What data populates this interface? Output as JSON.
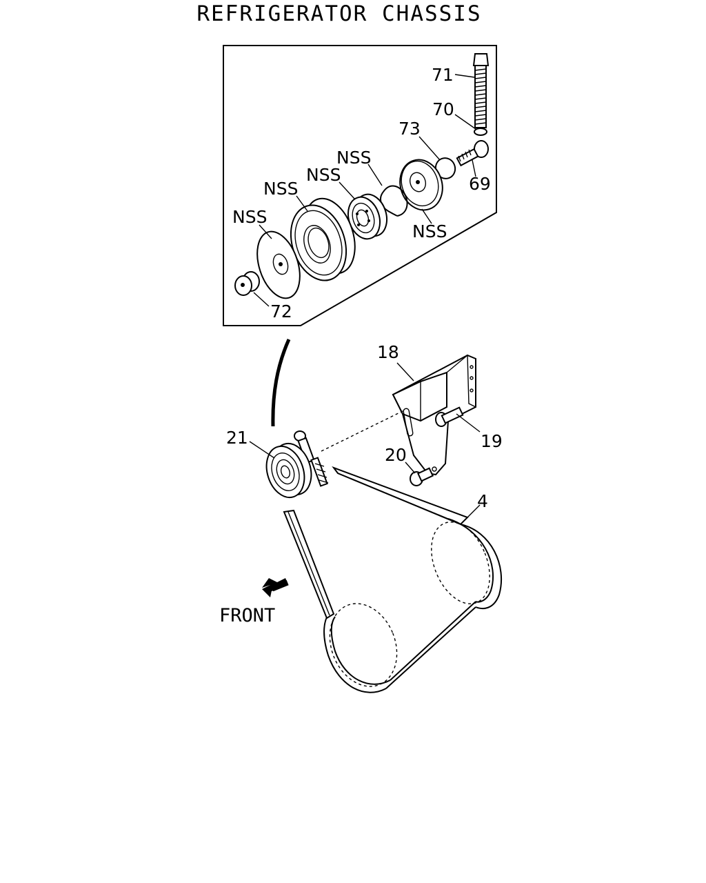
{
  "title": "REFRIGERATOR CHASSIS",
  "labels": {
    "p71": "71",
    "p70": "70",
    "p73": "73",
    "p69": "69",
    "nss_ring": "NSS",
    "nss_bearing": "NSS",
    "nss_pulley": "NSS",
    "nss_plate": "NSS",
    "nss_cover": "NSS",
    "p72": "72",
    "p18": "18",
    "p19": "19",
    "p20": "20",
    "p21": "21",
    "p4": "4",
    "front": "FRONT"
  },
  "icons": {
    "front_arrow": "front-arrow-icon"
  }
}
